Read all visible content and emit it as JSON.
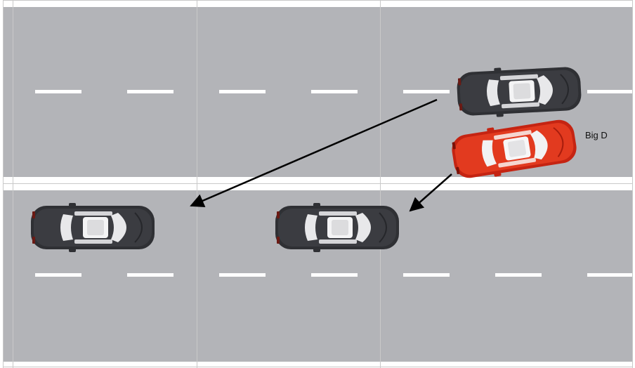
{
  "diagram": {
    "roads": [
      {
        "name": "upper-road",
        "lanes": 2
      },
      {
        "name": "lower-road",
        "lanes": 2
      }
    ],
    "cars": [
      {
        "name": "dark-car-upper-lane",
        "color": "#2f3034"
      },
      {
        "name": "red-car-big-d",
        "color": "#d92b16",
        "label": "Big D"
      },
      {
        "name": "dark-car-lower-left",
        "color": "#2f3034"
      },
      {
        "name": "dark-car-lower-middle",
        "color": "#2f3034"
      }
    ],
    "colors": {
      "asphalt": "#b3b4b8",
      "lane_marking": "#ffffff",
      "arrow": "#000000",
      "grid": "#c9c9c9"
    }
  }
}
